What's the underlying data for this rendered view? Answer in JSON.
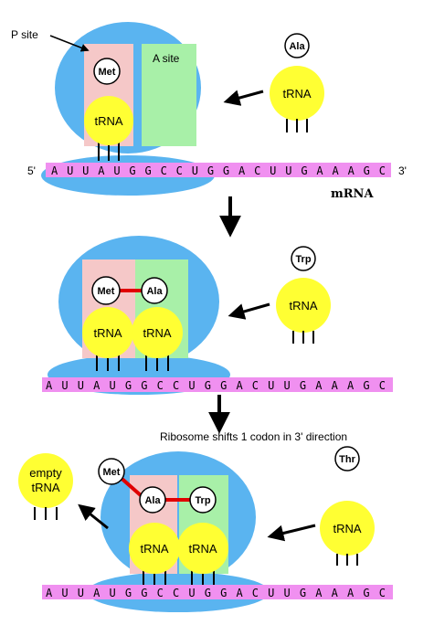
{
  "labels": {
    "p_site": "P site",
    "a_site": "A site",
    "five_prime": "5'",
    "three_prime": "3'",
    "mrna": "mRNA",
    "shift_caption": "Ribosome shifts 1 codon in 3' direction",
    "trna": "tRNA",
    "empty_trna_line1": "empty",
    "empty_trna_line2": "tRNA"
  },
  "mrna_sequence": "A U U A U G G C C U G G A C U U G A A A G C",
  "amino_acids": {
    "met": "Met",
    "ala": "Ala",
    "trp": "Trp",
    "thr": "Thr"
  },
  "colors": {
    "ribosome": "#5ab4f0",
    "p_site": "#f5c8c8",
    "a_site": "#a8f0a8",
    "trna": "#ffff33",
    "mrna": "#f090f0",
    "peptide_bond": "#e00000"
  }
}
